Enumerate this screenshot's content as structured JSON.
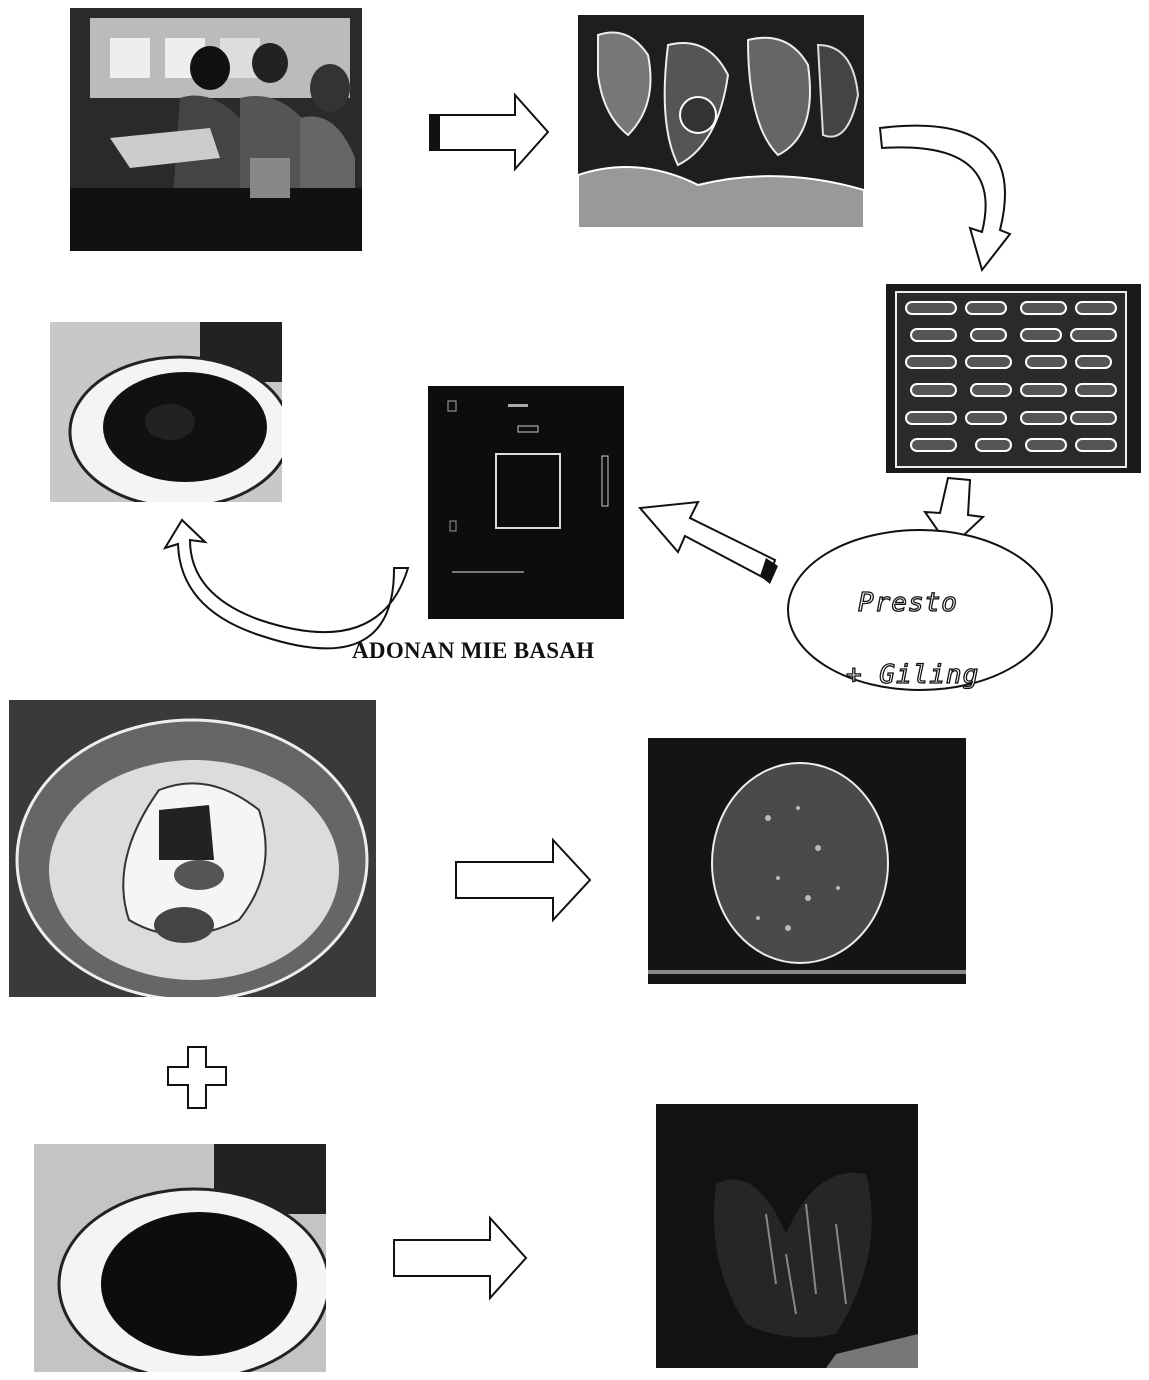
{
  "caption": "ADONAN MIE BASAH",
  "process_label": {
    "line1": "Presto",
    "line2": "+ Giling"
  },
  "photos": [
    {
      "id": "people-preparing",
      "icon": "people-photo"
    },
    {
      "id": "raw-meat-pieces",
      "icon": "meat-photo"
    },
    {
      "id": "meat-on-tray",
      "icon": "tray-photo"
    },
    {
      "id": "oven-machine",
      "icon": "oven-photo"
    },
    {
      "id": "dark-mixture-bowl",
      "icon": "bowl-photo"
    },
    {
      "id": "dough-in-bowl",
      "icon": "dough-photo"
    },
    {
      "id": "round-patty",
      "icon": "patty-photo"
    },
    {
      "id": "dark-mixture-bowl-2",
      "icon": "bowl-photo"
    },
    {
      "id": "final-product",
      "icon": "product-photo"
    }
  ]
}
